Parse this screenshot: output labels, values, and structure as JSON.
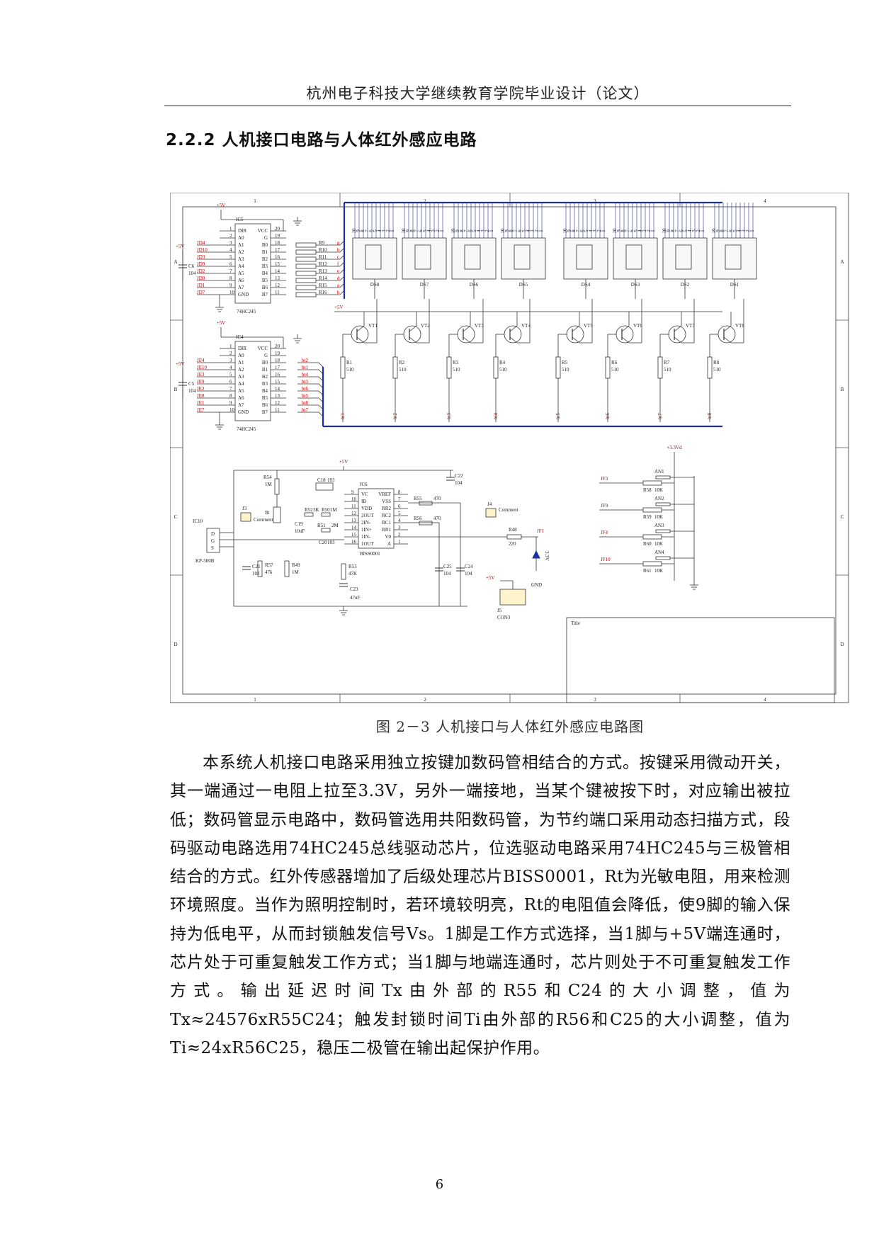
{
  "header": "杭州电子科技大学继续教育学院毕业设计（论文）",
  "section": {
    "number": "2.2.2",
    "title": "人机接口电路与人体红外感应电路"
  },
  "figure": {
    "caption": "图 2－3 人机接口与人体红外感应电路图",
    "frame_cols": [
      "1",
      "2",
      "3",
      "4"
    ],
    "frame_rows": [
      "A",
      "B",
      "C",
      "D"
    ],
    "ic5": {
      "ref": "IC5",
      "part": "74HC245",
      "net_left": [
        "JD4",
        "JD10",
        "JD3",
        "JD9",
        "JD2",
        "JD8",
        "JD1",
        "JD7"
      ],
      "res": [
        "R9",
        "R10",
        "R11",
        "R12",
        "R13",
        "R14",
        "R15",
        "R16"
      ],
      "seg": [
        "g",
        "b",
        "c",
        "f",
        "e",
        "d",
        "a",
        "h"
      ]
    },
    "ic4": {
      "ref": "IC4",
      "part": "74HC245",
      "net_left": [
        "JE4",
        "JE10",
        "JE3",
        "JE9",
        "JE2",
        "JE8",
        "JE1",
        "JE7"
      ],
      "nets": [
        "bt2",
        "bt1",
        "bt4",
        "bt3",
        "bt6",
        "bt5",
        "bt8",
        "bt7"
      ]
    },
    "pins_left": [
      "DIR",
      "A0",
      "A1",
      "A2",
      "A3",
      "A4",
      "A5",
      "A6",
      "A7",
      "GND"
    ],
    "pins_right": [
      "VCC",
      "G",
      "B0",
      "B1",
      "B2",
      "B3",
      "B4",
      "B5",
      "B6",
      "B7"
    ],
    "pin_nums_left": [
      "1",
      "2",
      "3",
      "4",
      "5",
      "6",
      "7",
      "8",
      "9",
      "10"
    ],
    "pin_nums_right": [
      "20",
      "19",
      "18",
      "17",
      "16",
      "15",
      "14",
      "13",
      "12",
      "11"
    ],
    "caps_top": [
      {
        "label": "+5V",
        "ref": "C6",
        "val": "104"
      },
      {
        "label": "+5V",
        "ref": "C5",
        "val": "104"
      }
    ],
    "displays": [
      "DS8",
      "DS7",
      "DS6",
      "DS5",
      "DS4",
      "DS3",
      "DS2",
      "DS1"
    ],
    "transistors": [
      "VT1",
      "VT2",
      "VT3",
      "VT4",
      "VT5",
      "VT6",
      "VT7",
      "VT8"
    ],
    "base_res": [
      "R1",
      "R2",
      "R3",
      "R4",
      "R5",
      "R6",
      "R7",
      "R8"
    ],
    "base_res_val": "510",
    "bt_nets": [
      "bt1",
      "bt2",
      "bt3",
      "bt4",
      "bt5",
      "bt6",
      "bt7",
      "bt8"
    ],
    "plus5": "+5V",
    "supply33": "+3.3Vd",
    "buttons": [
      {
        "net": "JF3",
        "key": "AN1",
        "res": "R58",
        "val": "10K"
      },
      {
        "net": "JF9",
        "key": "AN2",
        "res": "R59",
        "val": "10K"
      },
      {
        "net": "JF4",
        "key": "AN3",
        "res": "R60",
        "val": "10K"
      },
      {
        "net": "JF10",
        "key": "AN4",
        "res": "R61",
        "val": "10K"
      }
    ],
    "biss": {
      "ref": "IC6",
      "part": "BISS0001",
      "left": [
        "VC",
        "IB",
        "VDD",
        "2OUT",
        "2IN-",
        "1IN+",
        "1IN-",
        "1OUT"
      ],
      "right": [
        "VREF",
        "VSS",
        "RR2",
        "RC2",
        "RC1",
        "RR1",
        "V0",
        "A"
      ],
      "nl": [
        "9",
        "10",
        "11",
        "12",
        "13",
        "14",
        "15",
        "16"
      ],
      "nr": [
        "8",
        "7",
        "6",
        "5",
        "4",
        "3",
        "2",
        "1"
      ]
    },
    "misc": {
      "r54": "R54",
      "r54v": "1M",
      "rt": "Rt",
      "c18": "C18",
      "c18v": "103",
      "j3": "J3",
      "j4": "J4",
      "comment": "Comment",
      "ic10": "IC10",
      "kp": "KP-500B",
      "dgs": [
        "D",
        "G",
        "S"
      ],
      "c19": "C19",
      "c19v": "10uF",
      "r52": "R52",
      "r52v": "3K",
      "r50": "R50",
      "r50v": "1M",
      "r51": "R51",
      "r51v": "2M",
      "c20": "C20",
      "c20v": "103",
      "c21": "C21",
      "c21v": "103",
      "r57": "R57",
      "r57v": "47k",
      "r49": "R49",
      "r49v": "1M",
      "r53": "R53",
      "r53v": "47K",
      "c23": "C23",
      "c23v": "47uF",
      "r55": "R55",
      "r55v": "470",
      "r56": "R56",
      "r56v": "470",
      "c25": "C25",
      "c25v": "104",
      "c24": "C24",
      "c24v": "104",
      "c22": "C22",
      "c22v": "104",
      "r48": "R48",
      "r48v": "220",
      "jf1": "JF1",
      "zener": "3.3V",
      "gnd": "GND",
      "j5": "J5",
      "con3": "CON3",
      "title": "Title",
      "plus5": "+5V"
    }
  },
  "paragraph": "本系统人机接口电路采用独立按键加数码管相结合的方式。按键采用微动开关，其一端通过一电阻上拉至3.3V，另外一端接地，当某个键被按下时，对应输出被拉低；数码管显示电路中，数码管选用共阳数码管，为节约端口采用动态扫描方式，段码驱动电路选用74HC245总线驱动芯片，位选驱动电路采用74HC245与三极管相结合的方式。红外传感器增加了后级处理芯片BISS0001，Rt为光敏电阻，用来检测环境照度。当作为照明控制时，若环境较明亮，Rt的电阻值会降低，使9脚的输入保持为低电平，从而封锁触发信号Vs。1脚是工作方式选择，当1脚与+5V端连通时，芯片处于可重复触发工作方式；当1脚与地端连通时，芯片则处于不可重复触发工作方式。输出延迟时间Tx由外部的R55和C24的大小调整，值为Tx≈24576xR55C24；触发封锁时间Ti由外部的R56和C25的大小调整，值为Ti≈24xR56C25，稳压二极管在输出起保护作用。",
  "page_number": "6"
}
